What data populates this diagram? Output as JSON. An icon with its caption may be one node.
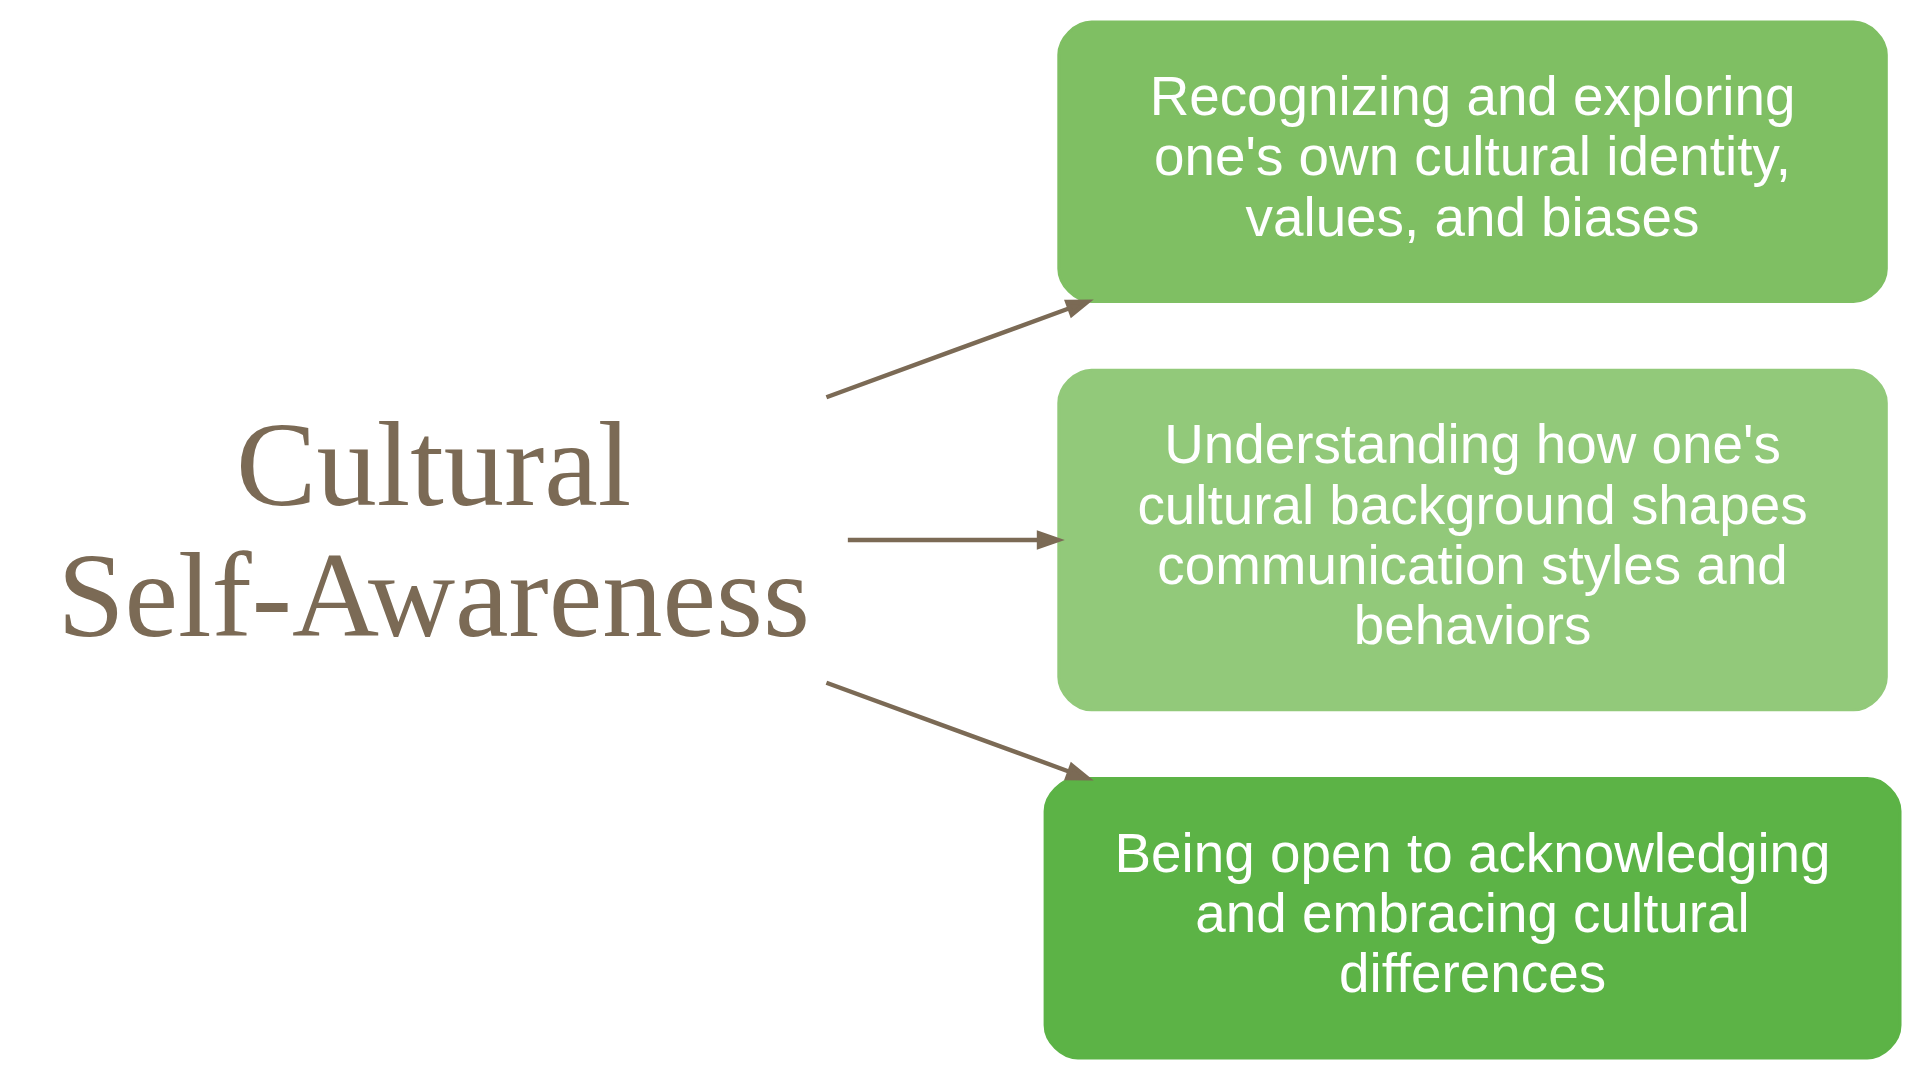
{
  "diagram": {
    "nodes": [
      {
        "text": [
          "Cultural Self-Awareness"
        ]
      },
      {
        "text": [
          "Recognizing and exploring one's own cultural identity, values, and biases"
        ]
      },
      {
        "text": [
          "Understanding how one's cultural background shapes communication styles and behaviors"
        ]
      },
      {
        "text": [
          "Being open to acknowledging and embracing cultural differences"
        ]
      }
    ],
    "edges": [
      {
        "from": 0,
        "to": 1,
        "arrow": "to"
      },
      {
        "from": 0,
        "to": 2,
        "arrow": "to"
      },
      {
        "from": 0,
        "to": 3,
        "arrow": "to"
      }
    ]
  }
}
